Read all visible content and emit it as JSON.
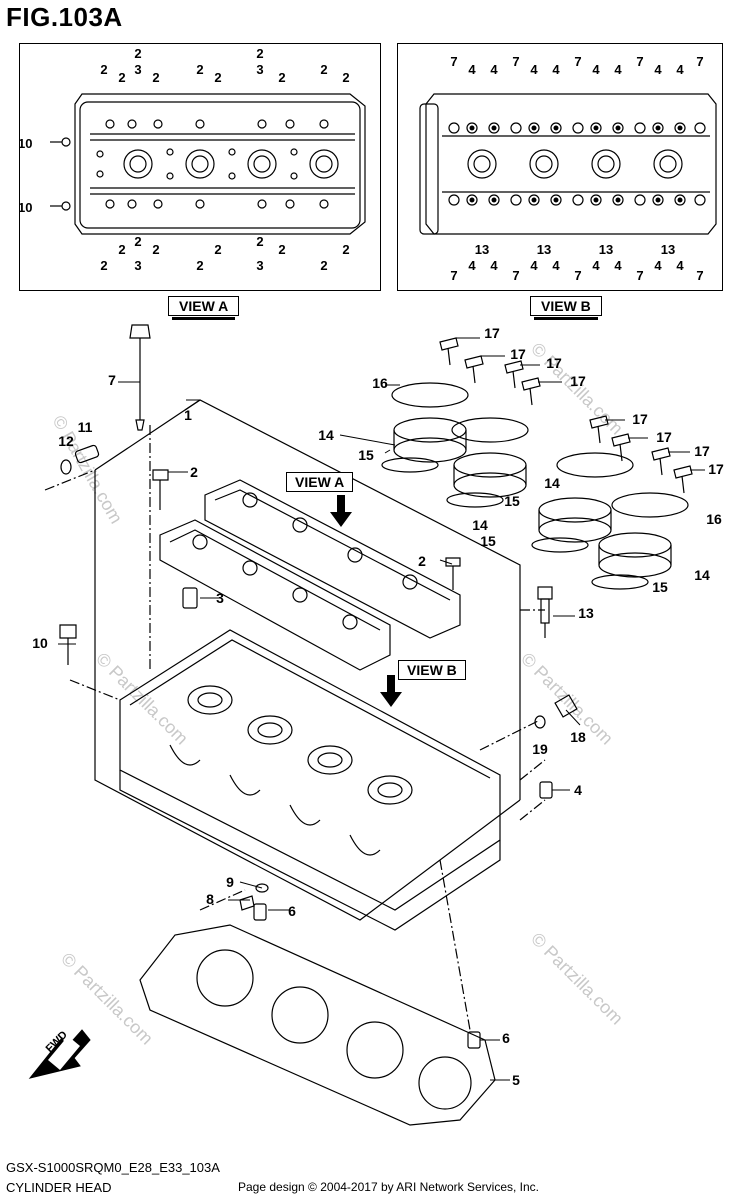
{
  "figure": {
    "title": "FIG.103A",
    "part_code": "GSX-S1000SRQM0_E28_E33_103A",
    "caption": "CYLINDER HEAD",
    "copyright": "Page design © 2004-2017 by ARI Network Services, Inc.",
    "watermark": "© Partzilla.com",
    "fwd": "FWD"
  },
  "views": {
    "view_a_label": "VIEW A",
    "view_b_label": "VIEW B"
  },
  "view_a": {
    "top_row_1": [
      "2",
      "2",
      "2",
      "2",
      "2",
      "2",
      "2",
      "2",
      "2",
      "2"
    ],
    "top_row_2": [
      "3",
      "3"
    ],
    "left_labels": [
      "10",
      "10"
    ],
    "bottom_row_1": [
      "2",
      "2",
      "2",
      "2",
      "2",
      "2",
      "2",
      "2",
      "2",
      "2"
    ],
    "bottom_row_2": [
      "3",
      "3"
    ]
  },
  "view_b": {
    "top_row": [
      "7",
      "4",
      "4",
      "7",
      "4",
      "4",
      "7",
      "4",
      "4",
      "7",
      "4",
      "4",
      "7"
    ],
    "middle_row": [
      "13",
      "13",
      "13",
      "13"
    ],
    "bottom_row": [
      "7",
      "4",
      "4",
      "7",
      "4",
      "4",
      "7",
      "4",
      "4",
      "7",
      "4",
      "4",
      "7"
    ]
  },
  "parts": {
    "callouts": [
      "1",
      "2",
      "3",
      "4",
      "5",
      "6",
      "6",
      "7",
      "8",
      "9",
      "10",
      "11",
      "12",
      "13",
      "14",
      "14",
      "14",
      "14",
      "15",
      "15",
      "15",
      "15",
      "16",
      "16",
      "17",
      "17",
      "17",
      "17",
      "17",
      "17",
      "17",
      "17",
      "18",
      "19",
      "2"
    ]
  },
  "colors": {
    "line": "#000000",
    "watermark": "#c8c8c8",
    "background": "#ffffff"
  }
}
